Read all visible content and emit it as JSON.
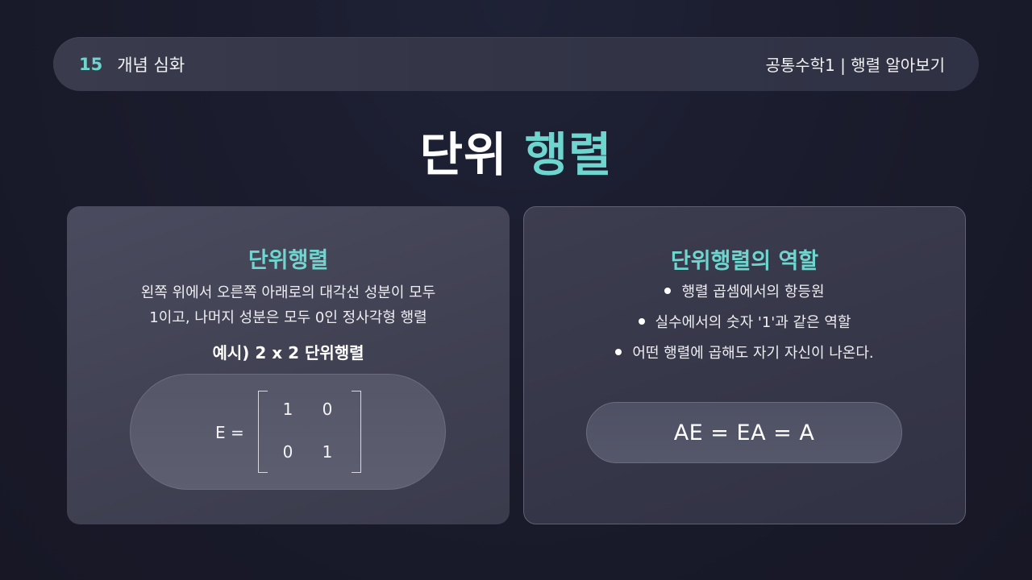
{
  "header": {
    "slide_number": "15",
    "section": "개념 심화",
    "course": "공통수학1 | 행렬 알아보기"
  },
  "title": {
    "part1": "단위",
    "part2": "행렬"
  },
  "left_card": {
    "heading": "단위행렬",
    "desc_line1": "왼쪽 위에서 오른쪽 아래로의 대각선 성분이 모두",
    "desc_line2": "1이고, 나머지 성분은 모두 0인 정사각형 행렬",
    "example": "예시) 2 x 2 단위행렬",
    "matrix": {
      "label": "E =",
      "r1c1": "1",
      "r1c2": "0",
      "r2c1": "0",
      "r2c2": "1"
    }
  },
  "right_card": {
    "heading": "단위행렬의 역할",
    "bullets": [
      "행렬 곱셈에서의 항등원",
      "실수에서의 숫자 '1'과 같은 역할",
      "어떤 행렬에 곱해도 자기 자신이 나온다."
    ],
    "formula": "AE = EA = A"
  },
  "colors": {
    "accent": "#6fd6cf",
    "background": "#191a2a"
  }
}
